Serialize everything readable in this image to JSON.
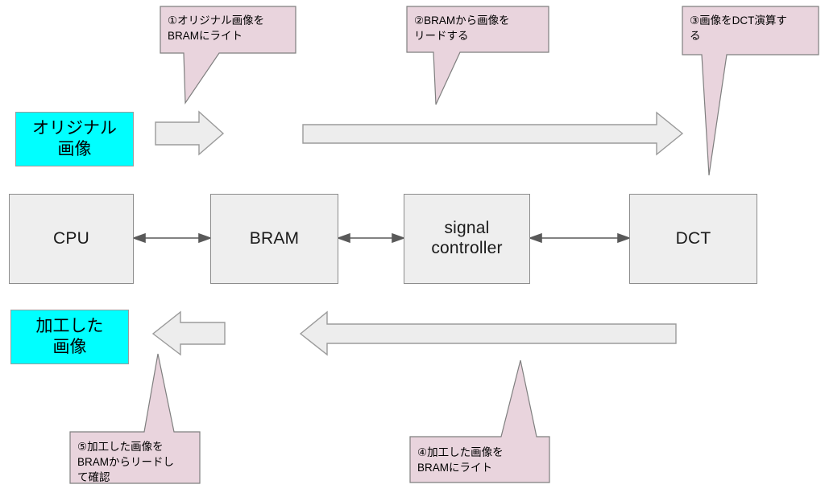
{
  "diagram": {
    "title": "BRAM/DCT image processing dataflow diagram",
    "colors": {
      "callout_fill": "#e9d4dd",
      "callout_stroke": "#7f7f7f",
      "box_fill": "#eeeeee",
      "box_stroke": "#8c8c8c",
      "image_fill": "#00ffff",
      "arrow_fill": "#ededed",
      "arrow_stroke": "#9b9b9b",
      "connector_stroke": "#595959"
    }
  },
  "modules": [
    {
      "id": "cpu",
      "label": "CPU"
    },
    {
      "id": "bram",
      "label": "BRAM"
    },
    {
      "id": "signal-controller",
      "label": "signal\ncontroller"
    },
    {
      "id": "dct",
      "label": "DCT"
    }
  ],
  "images": [
    {
      "id": "original-image",
      "label": "オリジナル\n画像"
    },
    {
      "id": "processed-image",
      "label": "加工した\n画像"
    }
  ],
  "callouts": [
    {
      "id": "step-1",
      "number": "①",
      "text": "①オリジナル画像を\nBRAMにライト"
    },
    {
      "id": "step-2",
      "number": "②",
      "text": "②BRAMから画像を\nリードする"
    },
    {
      "id": "step-3",
      "number": "③",
      "text": "③画像をDCT演算す\nる"
    },
    {
      "id": "step-4",
      "number": "④",
      "text": "④加工した画像を\nBRAMにライト"
    },
    {
      "id": "step-5",
      "number": "⑤",
      "text": "⑤加工した画像を\nBRAMからリードし\nて確認"
    }
  ],
  "flow_arrows": [
    {
      "id": "original-to-write",
      "direction": "right"
    },
    {
      "id": "write-to-dct",
      "direction": "right"
    },
    {
      "id": "dct-to-read",
      "direction": "left"
    },
    {
      "id": "read-to-processed",
      "direction": "left"
    }
  ],
  "connectors": [
    {
      "id": "cpu-bram",
      "from": "CPU",
      "to": "BRAM",
      "direction": "bidirectional"
    },
    {
      "id": "bram-signal-controller",
      "from": "BRAM",
      "to": "signal controller",
      "direction": "bidirectional"
    },
    {
      "id": "signal-controller-dct",
      "from": "signal controller",
      "to": "DCT",
      "direction": "bidirectional"
    }
  ]
}
